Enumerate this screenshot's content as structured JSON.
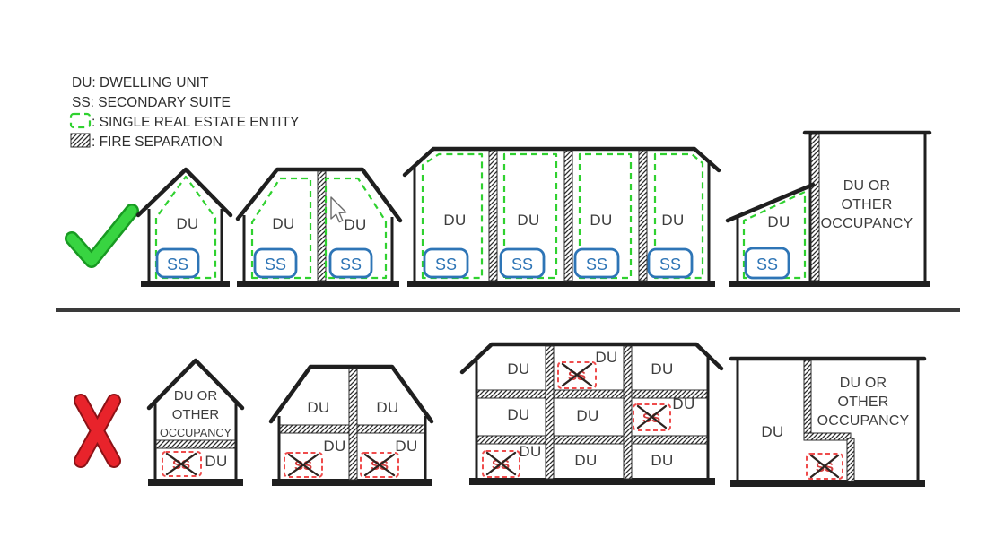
{
  "diagram": {
    "legend": {
      "du": "DU: DWELLING UNIT",
      "ss": "SS: SECONDARY SUITE",
      "single_entity": ": SINGLE REAL ESTATE ENTITY",
      "fire_separation": ": FIRE SEPARATION"
    },
    "labels": {
      "du": "DU",
      "ss": "SS",
      "du_or": "DU OR",
      "other": "OTHER",
      "occupancy": "OCCUPANCY"
    },
    "rows": [
      {
        "verdict": "permitted",
        "mark": "green-check",
        "configurations": 4
      },
      {
        "verdict": "not-permitted",
        "mark": "red-x",
        "configurations": 4
      }
    ],
    "colors": {
      "outline": "#1f1f1f",
      "label_text": "#3d3d3d",
      "entity_green": "#2fd12f",
      "check_green": "#38d441",
      "check_green_dark": "#189a22",
      "suite_blue": "#2e75b6",
      "cross_red": "#e8232b",
      "cross_red_dark": "#8c1216",
      "red_dash": "#ef4c4c",
      "hatch": "#2b2b2b",
      "divider": "#3a3a3a"
    }
  }
}
